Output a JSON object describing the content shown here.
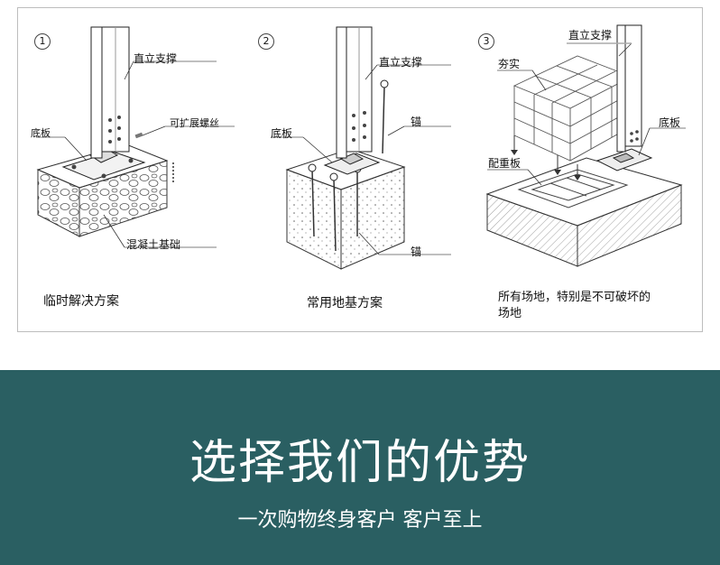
{
  "diagram": {
    "scheme1": {
      "number": "1",
      "caption": "临时解决方案",
      "labels": {
        "upright_support": "直立支撑",
        "base_plate": "底板",
        "expansion_screw": "可扩展螺丝",
        "concrete_foundation": "混凝土基础"
      }
    },
    "scheme2": {
      "number": "2",
      "caption": "常用地基方案",
      "labels": {
        "upright_support": "直立支撑",
        "base_plate": "底板",
        "anchor_top": "锚",
        "anchor_bottom": "锚"
      }
    },
    "scheme3": {
      "number": "3",
      "caption_line1": "所有场地，特别是不可破坏的",
      "caption_line2": "场地",
      "labels": {
        "upright_support": "直立支撑",
        "tamped": "夯实",
        "base_plate": "底板",
        "counterweight_plate": "配重板"
      }
    }
  },
  "banner": {
    "title": "选择我们的优势",
    "subtitle": "一次购物终身客户  客户至上",
    "background": "#2a5f62"
  }
}
